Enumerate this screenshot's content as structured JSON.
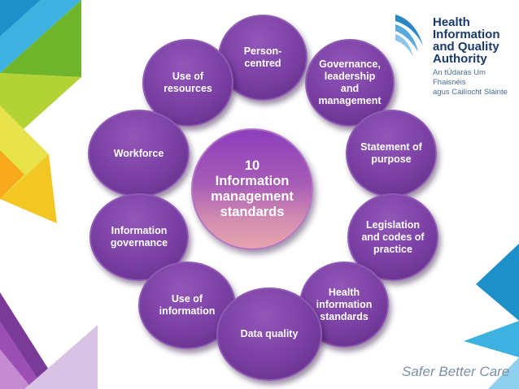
{
  "logo": {
    "title_lines": [
      "Health",
      "Information",
      "and Quality",
      "Authority"
    ],
    "irish_lines": [
      "An tÚdarás Um Fhaisnéis",
      "agus Cáilíocht Sláinte"
    ]
  },
  "tagline": "Safer Better Care",
  "diagram": {
    "center": "10\nInformation\nmanagement\nstandards",
    "standards": [
      "Person-\ncentred",
      "Governance,\nleadership\nand\nmanagement",
      "Statement of\npurpose",
      "Legislation\nand codes of\npractice",
      "Health\ninformation\nstandards",
      "Data quality",
      "Use of\ninformation",
      "Information\ngovernance",
      "Workforce",
      "Use of\nresources"
    ]
  },
  "colors": {
    "circle": "#7a3fa3",
    "center_top": "#8d3fbd",
    "center_bottom": "#e7a3ad",
    "logo_text": "#1b3a6b"
  }
}
